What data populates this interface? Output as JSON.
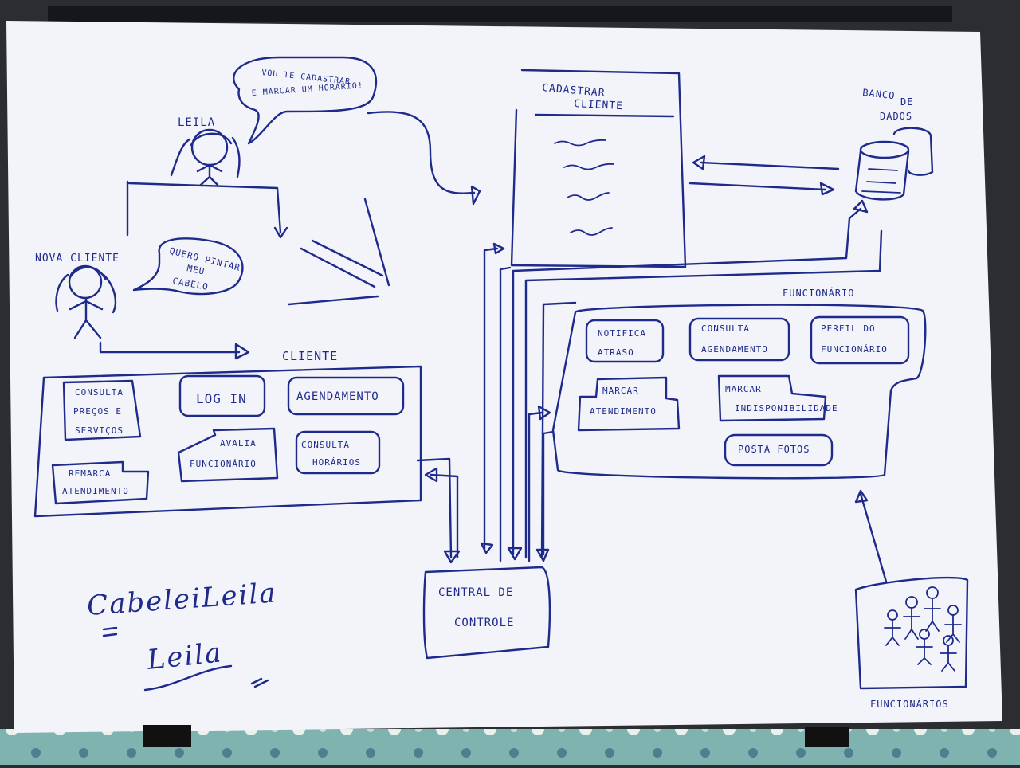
{
  "people": {
    "leila": "LEILA",
    "nova_cliente": "NOVA CLIENTE",
    "funcionarios": "FUNCIONÁRIOS"
  },
  "speech": {
    "leila_line1": "VOU TE CADASTRAR",
    "leila_line2": "E MARCAR UM HORÁRIO!",
    "cliente_line1": "QUERO PINTAR",
    "cliente_line2": "MEU",
    "cliente_line3": "CABELO"
  },
  "cadastro": {
    "line1": "CADASTRAR",
    "line2": "CLIENTE"
  },
  "banco": {
    "line1": "BANCO",
    "line2": "DE",
    "line3": "DADOS"
  },
  "cliente_panel": {
    "title": "CLIENTE",
    "consulta_precos": [
      "CONSULTA",
      "PREÇOS E",
      "SERVIÇOS"
    ],
    "login": "LOG IN",
    "agendamento": "AGENDAMENTO",
    "remarca": [
      "REMARCA",
      "ATENDIMENTO"
    ],
    "avalia": [
      "AVALIA",
      "FUNCIONÁRIO"
    ],
    "consulta_horarios": [
      "CONSULTA",
      "HORÁRIOS"
    ]
  },
  "funcionario_panel": {
    "title": "FUNCIONÁRIO",
    "notifica": [
      "NOTIFICA",
      "ATRASO"
    ],
    "consulta_agendamento": [
      "CONSULTA",
      "AGENDAMENTO"
    ],
    "perfil": [
      "PERFIL DO",
      "FUNCIONÁRIO"
    ],
    "marcar_atendimento": [
      "MARCAR",
      "ATENDIMENTO"
    ],
    "marcar_indisponibilidade": [
      "MARCAR",
      "INDISPONIBILIDADE"
    ],
    "posta_fotos": "POSTA FOTOS"
  },
  "central": {
    "line1": "CENTRAL DE",
    "line2": "CONTROLE"
  },
  "signature": {
    "line1": "CabeleiLeila",
    "line2": "Leila"
  }
}
